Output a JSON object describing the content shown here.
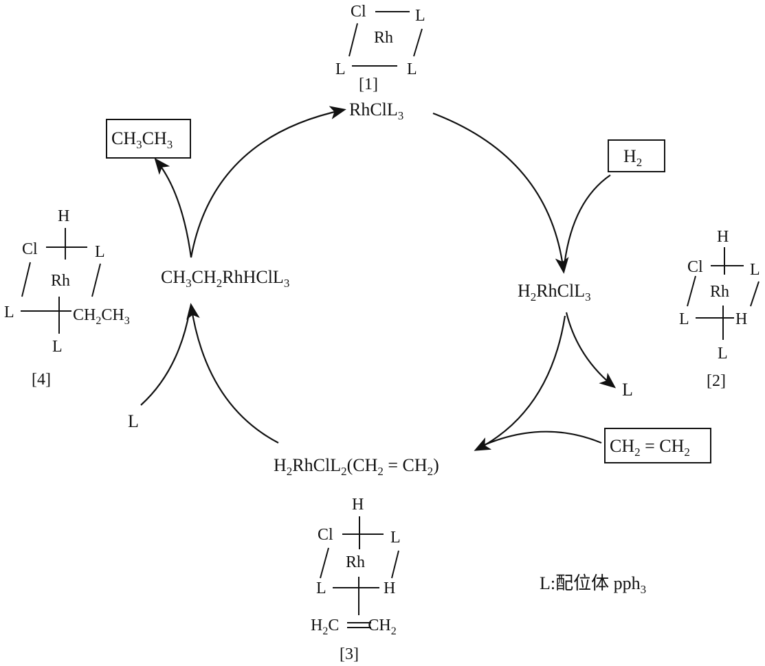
{
  "cycle": {
    "rh_cl_l3": {
      "a": "RhClL",
      "b": "3"
    },
    "h2_rh_cl_l3": {
      "a": "H",
      "b": "2",
      "c": "RhClL",
      "d": "3"
    },
    "h2_rh_cl_l2_ethene": {
      "a": "H",
      "b": "2",
      "c": "RhClL",
      "d": "2",
      "e": "(CH",
      "f": "2",
      "g": " = CH",
      "h": "2",
      "i": ")"
    },
    "ethyl_complex": {
      "a": "CH",
      "b": "3",
      "c": "CH",
      "d": "2",
      "e": "RhHClL",
      "f": "3"
    }
  },
  "boxes": {
    "h2": {
      "a": "H",
      "b": "2"
    },
    "ethane": {
      "a": "CH",
      "b": "3",
      "c": "CH",
      "d": "3"
    },
    "ethene": {
      "a": "CH",
      "b": "2",
      "c": " = CH",
      "d": "2"
    }
  },
  "ligand_out": "L",
  "ligand_in": "L",
  "structures": {
    "s1": {
      "cl": "Cl",
      "rh": "Rh",
      "l_tr": "L",
      "l_bl": "L",
      "l_br": "L",
      "label": "[1]"
    },
    "s2": {
      "h": "H",
      "cl": "Cl",
      "rh": "Rh",
      "l_r": "L",
      "l_l": "L",
      "h_r": "H",
      "l_b": "L",
      "label": "[2]"
    },
    "s3": {
      "h": "H",
      "cl": "Cl",
      "rh": "Rh",
      "l_r": "L",
      "l_l": "L",
      "h_r": "H",
      "ethene": {
        "a": "H",
        "b": "2",
        "c": "C",
        "d": "CH",
        "e": "2"
      },
      "label": "[3]"
    },
    "s4": {
      "h": "H",
      "cl": "Cl",
      "rh": "Rh",
      "l_r": "L",
      "l_l": "L",
      "ethyl": {
        "a": "CH",
        "b": "2",
        "c": "CH",
        "d": "3"
      },
      "l_b": "L",
      "label": "[4]"
    }
  },
  "legend": {
    "a": "L:配位体 pph",
    "b": "3"
  }
}
